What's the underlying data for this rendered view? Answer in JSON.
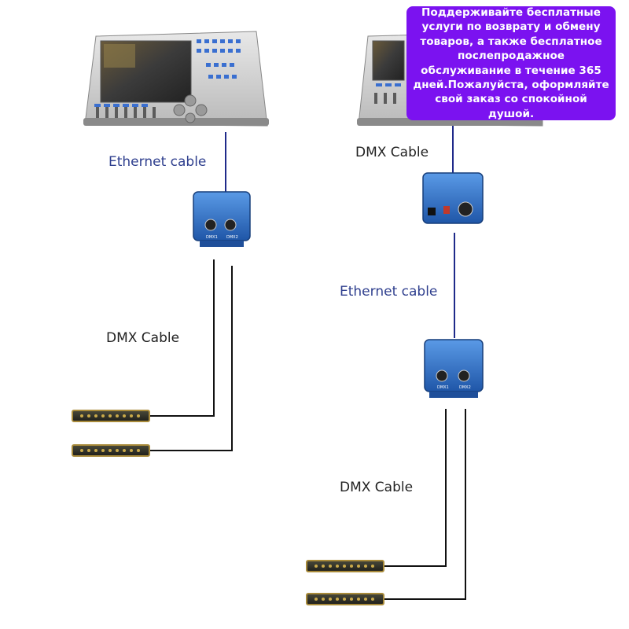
{
  "left_diagram": {
    "ethernet_label": "Ethernet cable",
    "dmx_label": "DMX Cable",
    "node_ports": [
      "DMX1",
      "DMX2"
    ]
  },
  "right_diagram": {
    "dmx_label_top": "DMX Cable",
    "ethernet_label": "Ethernet cable",
    "dmx_label_bottom": "DMX Cable",
    "node_ports": [
      "DMX1",
      "DMX2"
    ]
  },
  "promo_text": "Поддерживайте бесплатные услуги по возврату и обмену товаров, а также бесплатное послепродажное обслуживание в течение 365 дней.Пожалуйста, оформляйте свой заказ со спокойной душой.",
  "colors": {
    "ethernet_cable": "#1f2a8a",
    "dmx_cable": "#111111",
    "node_body": "#2f6fc4",
    "promo_bg": "#7b12f0"
  }
}
